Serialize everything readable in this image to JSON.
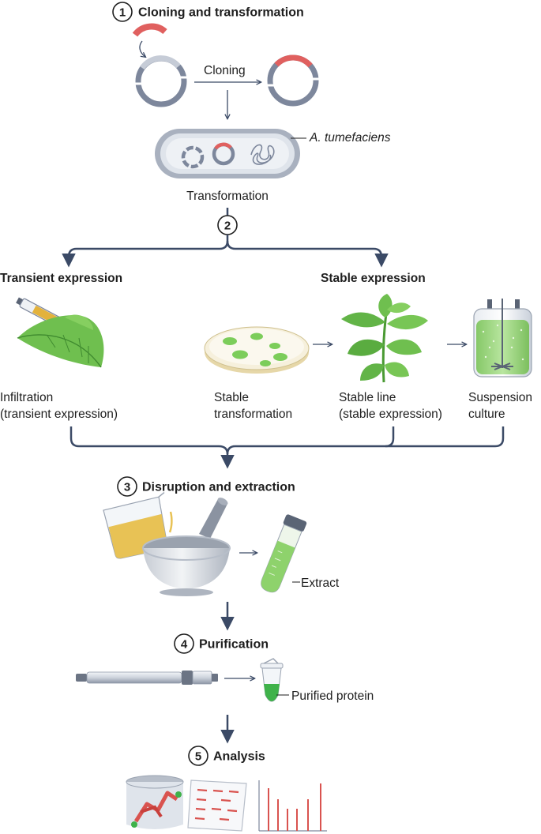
{
  "colors": {
    "flow": "#3b4a66",
    "plasmid": "#7d879c",
    "insert": "#e0605f",
    "plant_green": "#6fbf4f",
    "culture_green": "#9bd879",
    "extract_green": "#8ed26c",
    "tube_cap": "#5a6475"
  },
  "steps": [
    {
      "number": "1",
      "title": "Cloning and transformation"
    },
    {
      "number": "2"
    },
    {
      "number": "3",
      "title": "Disruption and extraction"
    },
    {
      "number": "4",
      "title": "Purification"
    },
    {
      "number": "5",
      "title": "Analysis"
    }
  ],
  "step1": {
    "cloning_label": "Cloning",
    "bacterium_label": "A. tumefaciens",
    "transformation_label": "Transformation"
  },
  "transient": {
    "heading": "Transient expression",
    "label_line1": "Infiltration",
    "label_line2": "(transient expression)"
  },
  "stable": {
    "heading": "Stable expression",
    "transformation_line1": "Stable",
    "transformation_line2": "transformation",
    "line_line1": "Stable line",
    "line_line2": "(stable expression)",
    "culture_line1": "Suspension",
    "culture_line2": "culture"
  },
  "step3": {
    "extract_label": "Extract"
  },
  "step4": {
    "purified_label": "Purified protein"
  },
  "icons": [
    "plasmid-icon",
    "dna-insert-icon",
    "agrobacterium-icon",
    "syringe-icon",
    "leaf-icon",
    "petri-dish-icon",
    "plant-icon",
    "bioreactor-icon",
    "beaker-icon",
    "mortar-pestle-icon",
    "test-tube-icon",
    "chromatography-column-icon",
    "microtube-icon",
    "protein-structure-icon",
    "gel-icon",
    "mass-spectrum-icon"
  ]
}
